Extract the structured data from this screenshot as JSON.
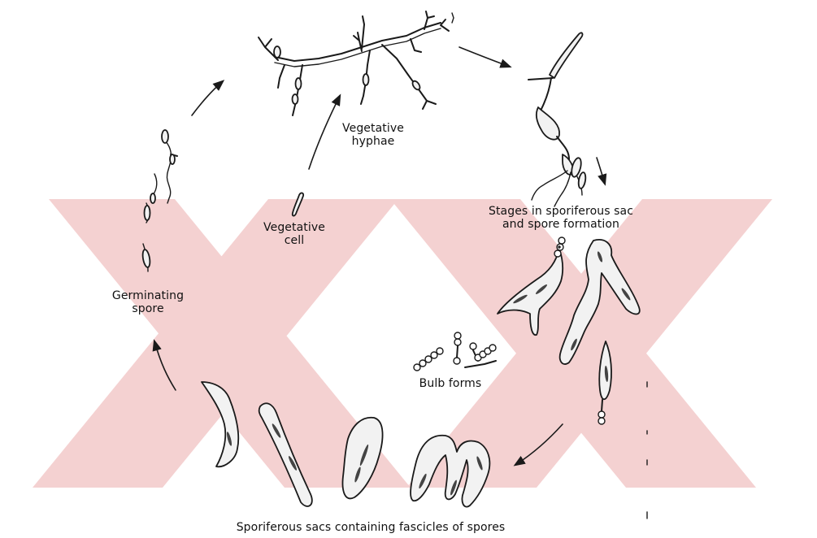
{
  "diagram": {
    "labels": {
      "vegetative_hyphae": "Vegetative\nhyphae",
      "vegetative_cell": "Vegetative\ncell",
      "stages": "Stages in sporiferous sac\nand spore formation",
      "germinating_spore": "Germinating\nspore",
      "bulb_forms": "Bulb forms",
      "sporiferous_sacs": "Sporiferous sacs containing fascicles of spores"
    },
    "colors": {
      "ink": "#1a1a1a",
      "watermark": "#f3c9c9",
      "background": "#ffffff"
    }
  }
}
